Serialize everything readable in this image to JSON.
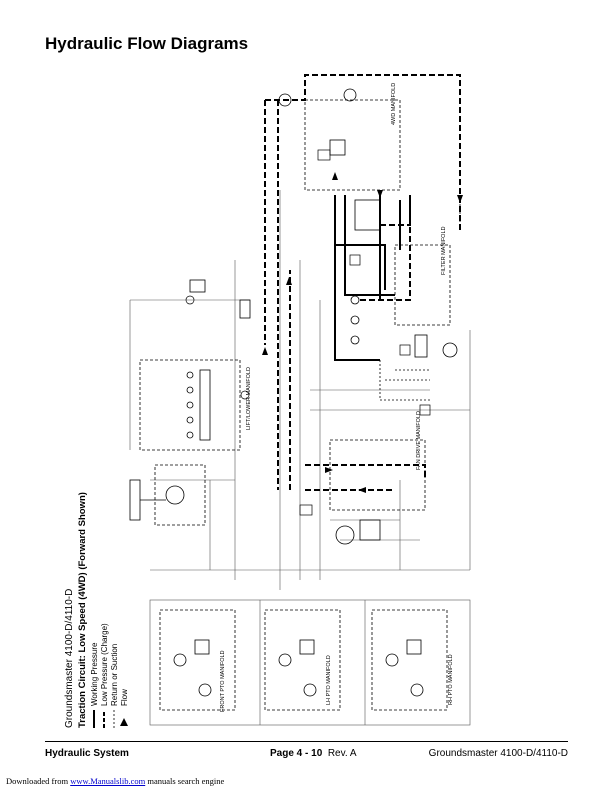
{
  "page": {
    "title": "Hydraulic Flow Diagrams"
  },
  "diagram": {
    "model": "Groundsmaster 4100-D/4110-D",
    "circuit": "Traction Circuit: Low Speed (4WD) (Forward Shown)",
    "legend": [
      {
        "name": "working-pressure",
        "label": "Working Pressure",
        "style": "solid-heavy"
      },
      {
        "name": "low-pressure",
        "label": "Low Pressure (Charge)",
        "style": "dashed-heavy"
      },
      {
        "name": "return",
        "label": "Return or Suction",
        "style": "dashed-light"
      },
      {
        "name": "flow",
        "label": "Flow",
        "style": "arrow"
      }
    ],
    "manifolds": {
      "front_pto": "FRONT PTO MANIFOLD",
      "lh_pto": "LH PTO MANIFOLD",
      "rh_pto": "RH PTO MANIFOLD",
      "lift_lower": "LIFT/LOWER MANIFOLD",
      "fan_drive": "FAN DRIVE MANIFOLD",
      "filter": "FILTER MANIFOLD",
      "four_wd": "4WD MANIFOLD"
    },
    "colors": {
      "line": "#000000",
      "thin": "#555555"
    }
  },
  "footer": {
    "section": "Hydraulic System",
    "page_prefix": "Page 4 - 10",
    "revision": "Rev. A",
    "model": "Groundsmaster 4100-D/4110-D"
  },
  "download": {
    "prefix": "Downloaded from",
    "link": "www.Manualslib.com",
    "suffix": "manuals search engine"
  }
}
